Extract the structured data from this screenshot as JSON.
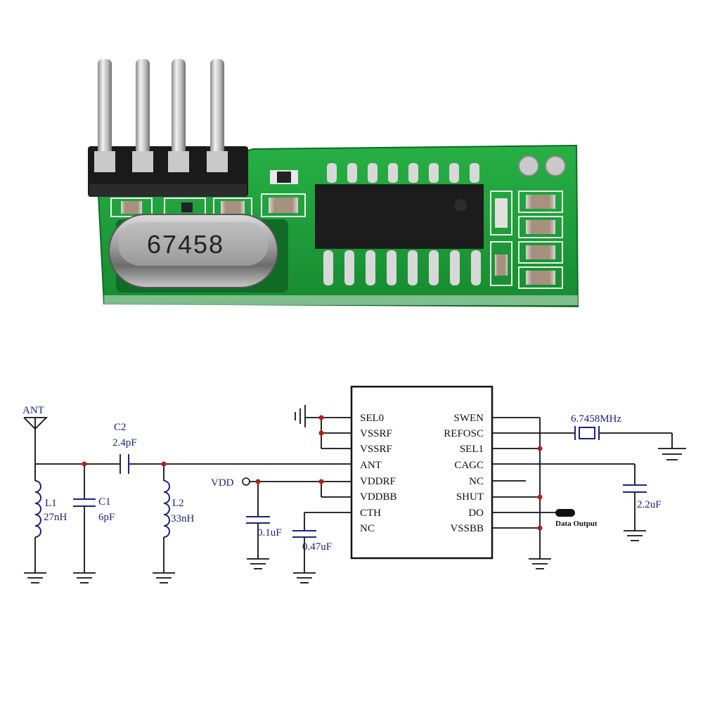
{
  "photo": {
    "crystal_marking": "67458"
  },
  "schematic": {
    "ic_left_pins": [
      "SEL0",
      "VSSRF",
      "VSSRF",
      "ANT",
      "VDDRF",
      "VDDBB",
      "CTH",
      "NC"
    ],
    "ic_right_pins": [
      "SWEN",
      "REFOSC",
      "SEL1",
      "CAGC",
      "NC",
      "SHUT",
      "DO",
      "VSSBB"
    ],
    "antenna_label": "ANT",
    "c2_name": "C2",
    "c2_value": "2.4pF",
    "l1_name": "L1",
    "l1_value": "27nH",
    "c1_name": "C1",
    "c1_value": "6pF",
    "l2_name": "L2",
    "l2_value": "33nH",
    "vdd_label": "VDD",
    "c_vdd_value": "0.1uF",
    "c_cth_value": "0.47uF",
    "crystal_freq": "6.7458MHz",
    "c_cagc_value": "2.2uF",
    "data_output_label": "Data Output"
  },
  "colors": {
    "pcb_green": "#1f9a3a",
    "schematic_blue": "#1a237e",
    "wire_black": "#111111",
    "node_red": "#b71c1c"
  }
}
